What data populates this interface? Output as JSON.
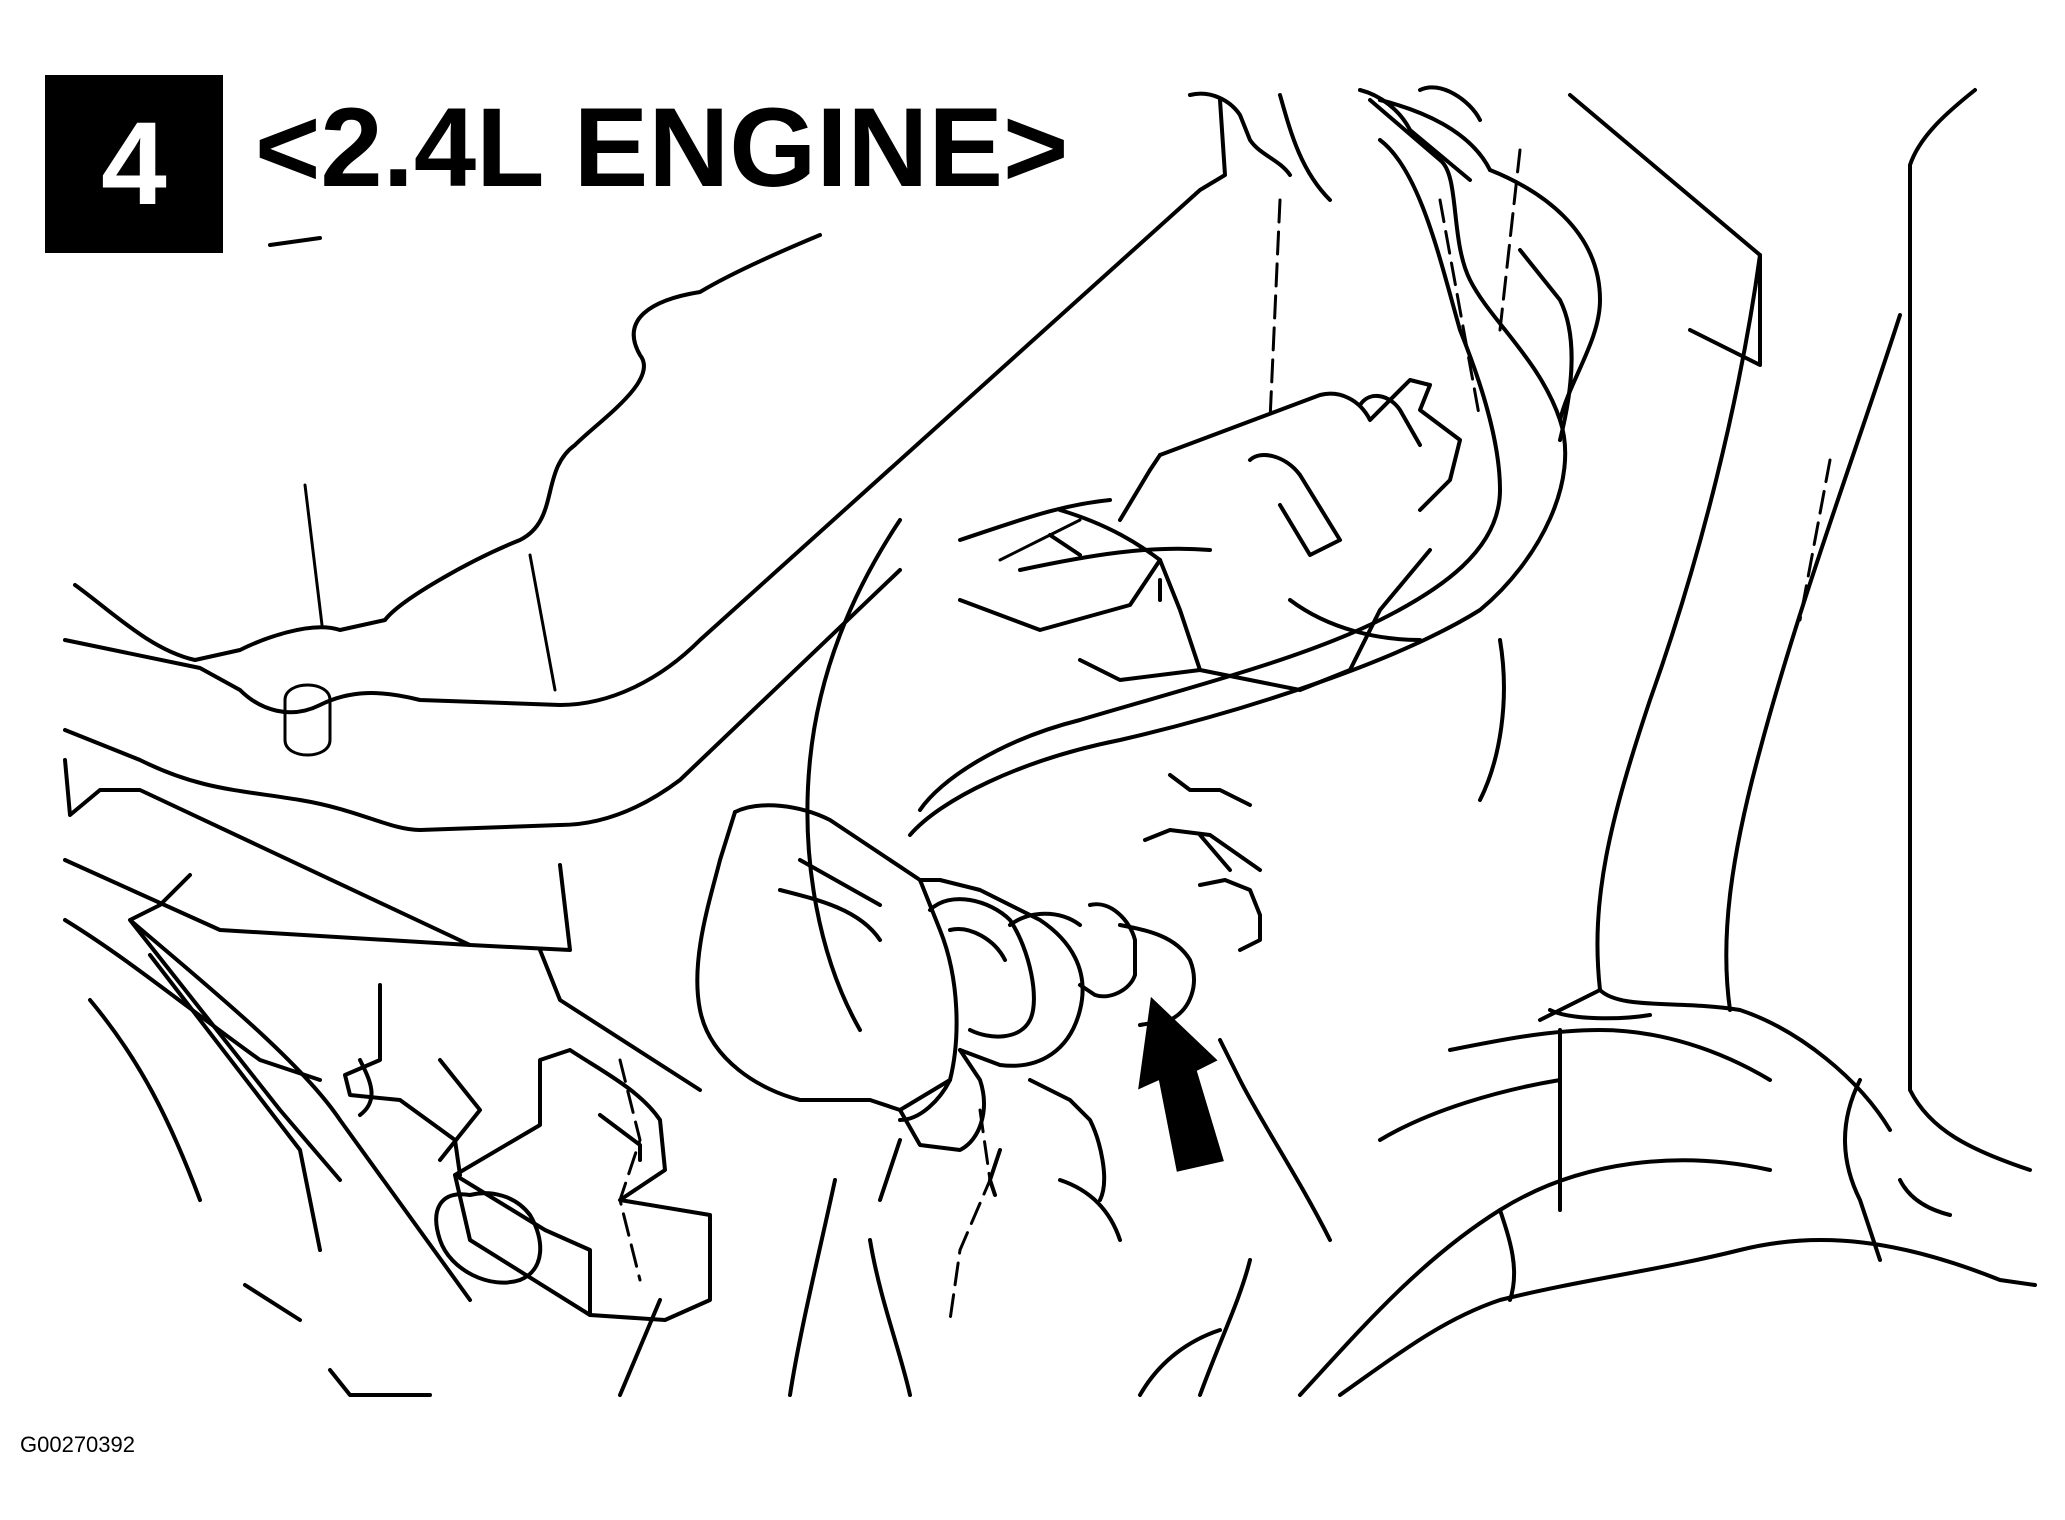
{
  "step": {
    "number": "4",
    "title": "<2.4L ENGINE>"
  },
  "figure": {
    "id": "G00270392"
  },
  "pointer": {
    "icon": "arrow-up-left-icon",
    "color": "#000000"
  },
  "colors": {
    "ink": "#000000",
    "paper": "#ffffff"
  }
}
